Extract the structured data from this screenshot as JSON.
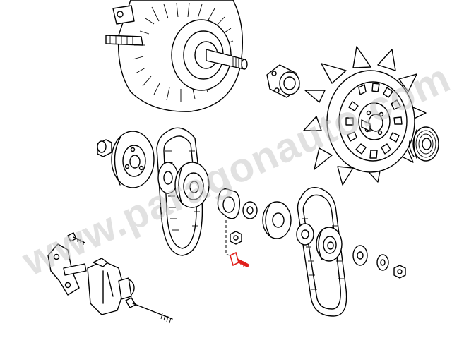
{
  "watermark": {
    "text": "www.paragonauto.com",
    "color": "#c9c9c9"
  },
  "highlight": {
    "part": "bolt",
    "color": "#e0201c"
  },
  "parts": [
    "alternator-with-fan-housing",
    "cooling-fan",
    "fan-hub-pulley",
    "spacer-bushing",
    "drive-pulley-half",
    "v-belt-left",
    "pulley-half",
    "shim-washer",
    "washer",
    "spacer-ring",
    "v-belt-right",
    "nut",
    "bolt",
    "tensioner-bracket",
    "long-bolt",
    "mounting-bracket",
    "small-bolt"
  ],
  "colors": {
    "line": "#000000",
    "background": "#ffffff"
  }
}
